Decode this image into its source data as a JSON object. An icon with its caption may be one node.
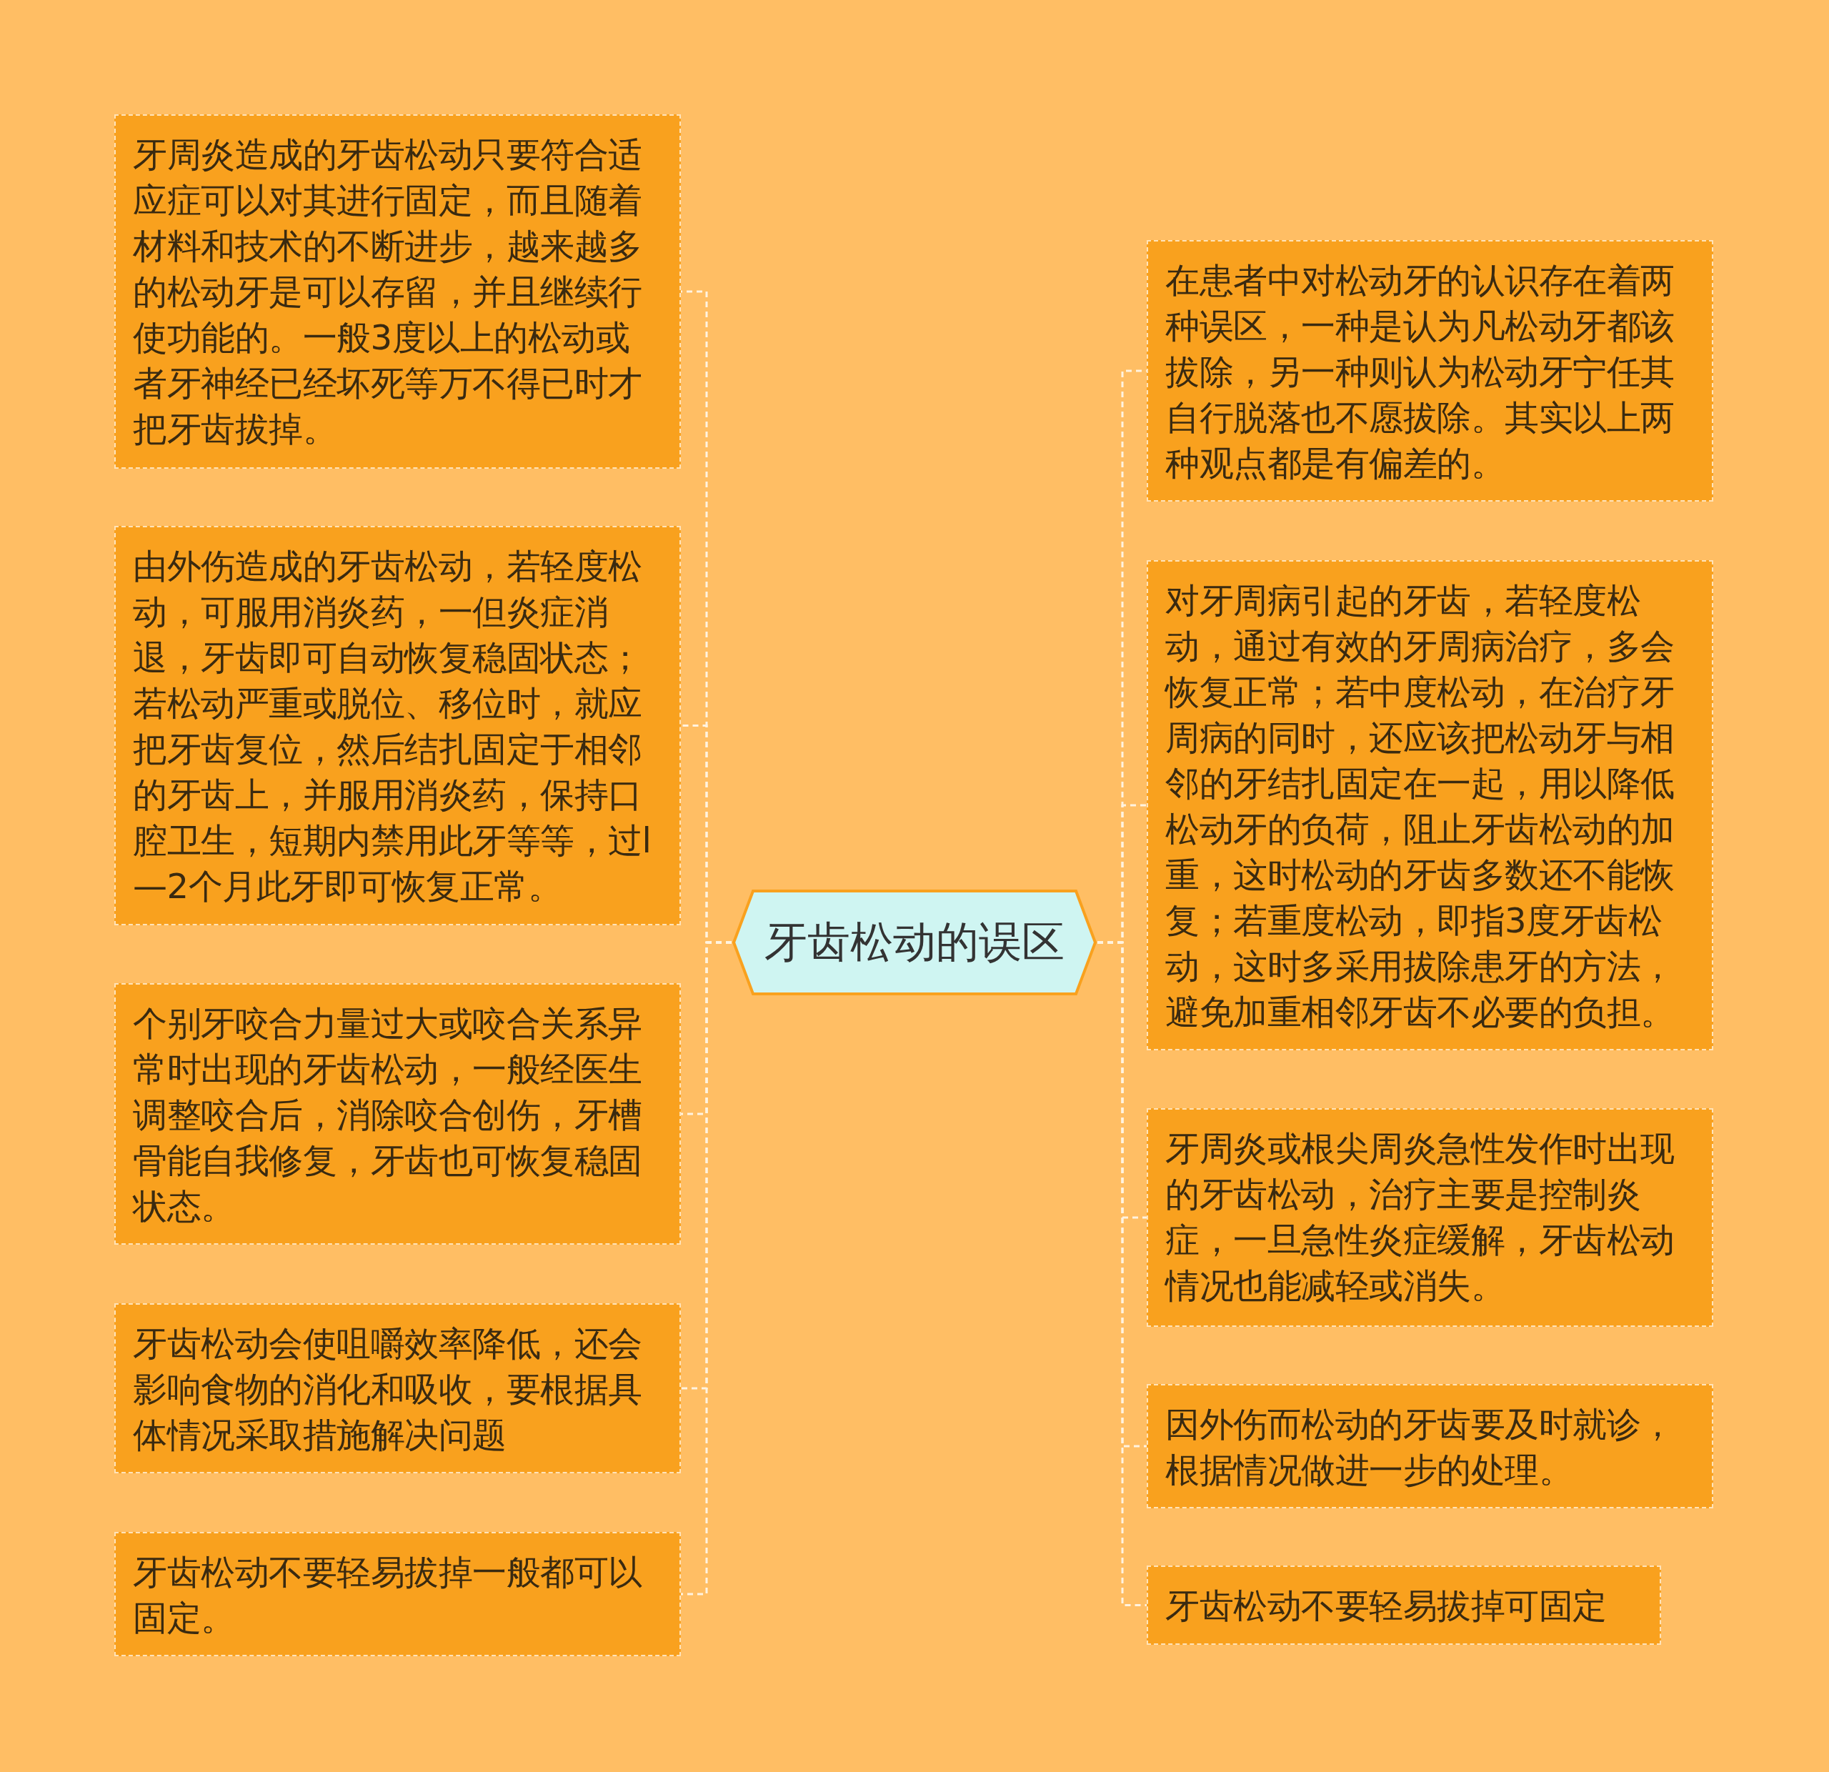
{
  "diagram": {
    "nodes": [
      {
        "text": [
          "牙齿松动的误区"
        ]
      },
      {
        "text": [
          "牙周炎造成的牙齿松动只要符合适应症可以对其进行固定，而且随着材料和技术的不断进步，越来越多的松动牙是可以存留，并且继续行使功能的。一般3度以上的松动或者牙神经已经坏死等万不得已时才把牙齿拔掉。"
        ]
      },
      {
        "text": [
          "由外伤造成的牙齿松动，若轻度松动，可服用消炎药，一但炎症消退，牙齿即可自动恢复稳固状态；若松动严重或脱位、移位时，就应把牙齿复位，然后结扎固定于相邻的牙齿上，并服用消炎药，保持口腔卫生，短期内禁用此牙等等，过l—2个月此牙即可恢复正常。"
        ]
      },
      {
        "text": [
          "个别牙咬合力量过大或咬合关系异常时出现的牙齿松动，一般经医生调整咬合后，消除咬合创伤，牙槽骨能自我修复，牙齿也可恢复稳固状态。"
        ]
      },
      {
        "text": [
          "牙齿松动会使咀嚼效率降低，还会影响食物的消化和吸收，要根据具体情况采取措施解决问题"
        ]
      },
      {
        "text": [
          "牙齿松动不要轻易拔掉一般都可以固定。"
        ]
      },
      {
        "text": [
          "在患者中对松动牙的认识存在着两种误区，一种是认为凡松动牙都该拔除，另一种则认为松动牙宁任其自行脱落也不愿拔除。其实以上两种观点都是有偏差的。"
        ]
      },
      {
        "text": [
          "对牙周病引起的牙齿，若轻度松动，通过有效的牙周病治疗，多会恢复正常；若中度松动，在治疗牙周病的同时，还应该把松动牙与相邻的牙结扎固定在一起，用以降低松动牙的负荷，阻止牙齿松动的加重，这时松动的牙齿多数还不能恢复；若重度松动，即指3度牙齿松动，这时多采用拔除患牙的方法，避免加重相邻牙齿不必要的负担。"
        ]
      },
      {
        "text": [
          "牙周炎或根尖周炎急性发作时出现的牙齿松动，治疗主要是控制炎症，一旦急性炎症缓解，牙齿松动情况也能减轻或消失。"
        ]
      },
      {
        "text": [
          "因外伤而松动的牙齿要及时就诊，根据情况做进一步的处理。"
        ]
      },
      {
        "text": [
          "牙齿松动不要轻易拔掉可固定"
        ]
      }
    ],
    "edges": [
      {
        "from": 0,
        "to": 1,
        "arrow": "none"
      },
      {
        "from": 0,
        "to": 2,
        "arrow": "none"
      },
      {
        "from": 0,
        "to": 3,
        "arrow": "none"
      },
      {
        "from": 0,
        "to": 4,
        "arrow": "none"
      },
      {
        "from": 0,
        "to": 5,
        "arrow": "none"
      },
      {
        "from": 0,
        "to": 6,
        "arrow": "none"
      },
      {
        "from": 0,
        "to": 7,
        "arrow": "none"
      },
      {
        "from": 0,
        "to": 8,
        "arrow": "none"
      },
      {
        "from": 0,
        "to": 9,
        "arrow": "none"
      },
      {
        "from": 0,
        "to": 10,
        "arrow": "none"
      }
    ]
  }
}
